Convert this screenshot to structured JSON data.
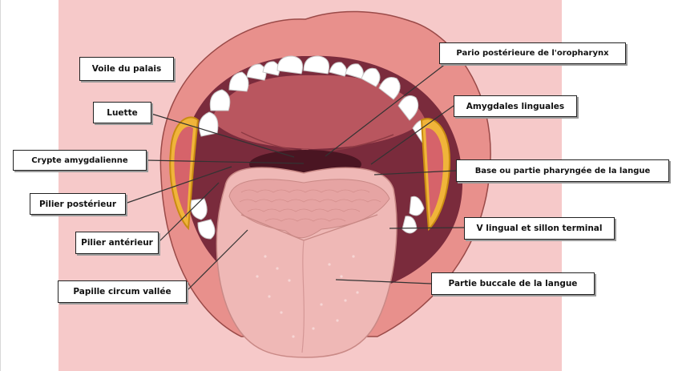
{
  "labels": {
    "voile_du_palais": "Voile du palais",
    "luette": "Luette",
    "crypte_amygdalienne": "Crypte amygdalienne",
    "pilier_posterieur": "Pilier postérieur",
    "pilier_anterieur": "Pilier antérieur",
    "papille_circum_vallee": "Papille circum vallée",
    "paroi_posterieure": "Pario postérieure de l'oropharynx",
    "amygdales_linguales": "Amygdales linguales",
    "base_langue": "Base ou partie pharyngée de la langue",
    "v_lingual": "V lingual et sillon terminal",
    "partie_buccale": "Partie buccale de la langue"
  },
  "colors": {
    "background_panel": "#f6c9c9",
    "lips": "#e8908c",
    "cavity": "#7a2b3c",
    "tongue": "#efb8b6",
    "teeth": "#ffffff",
    "tonsil_outline": "#e6c43a"
  }
}
